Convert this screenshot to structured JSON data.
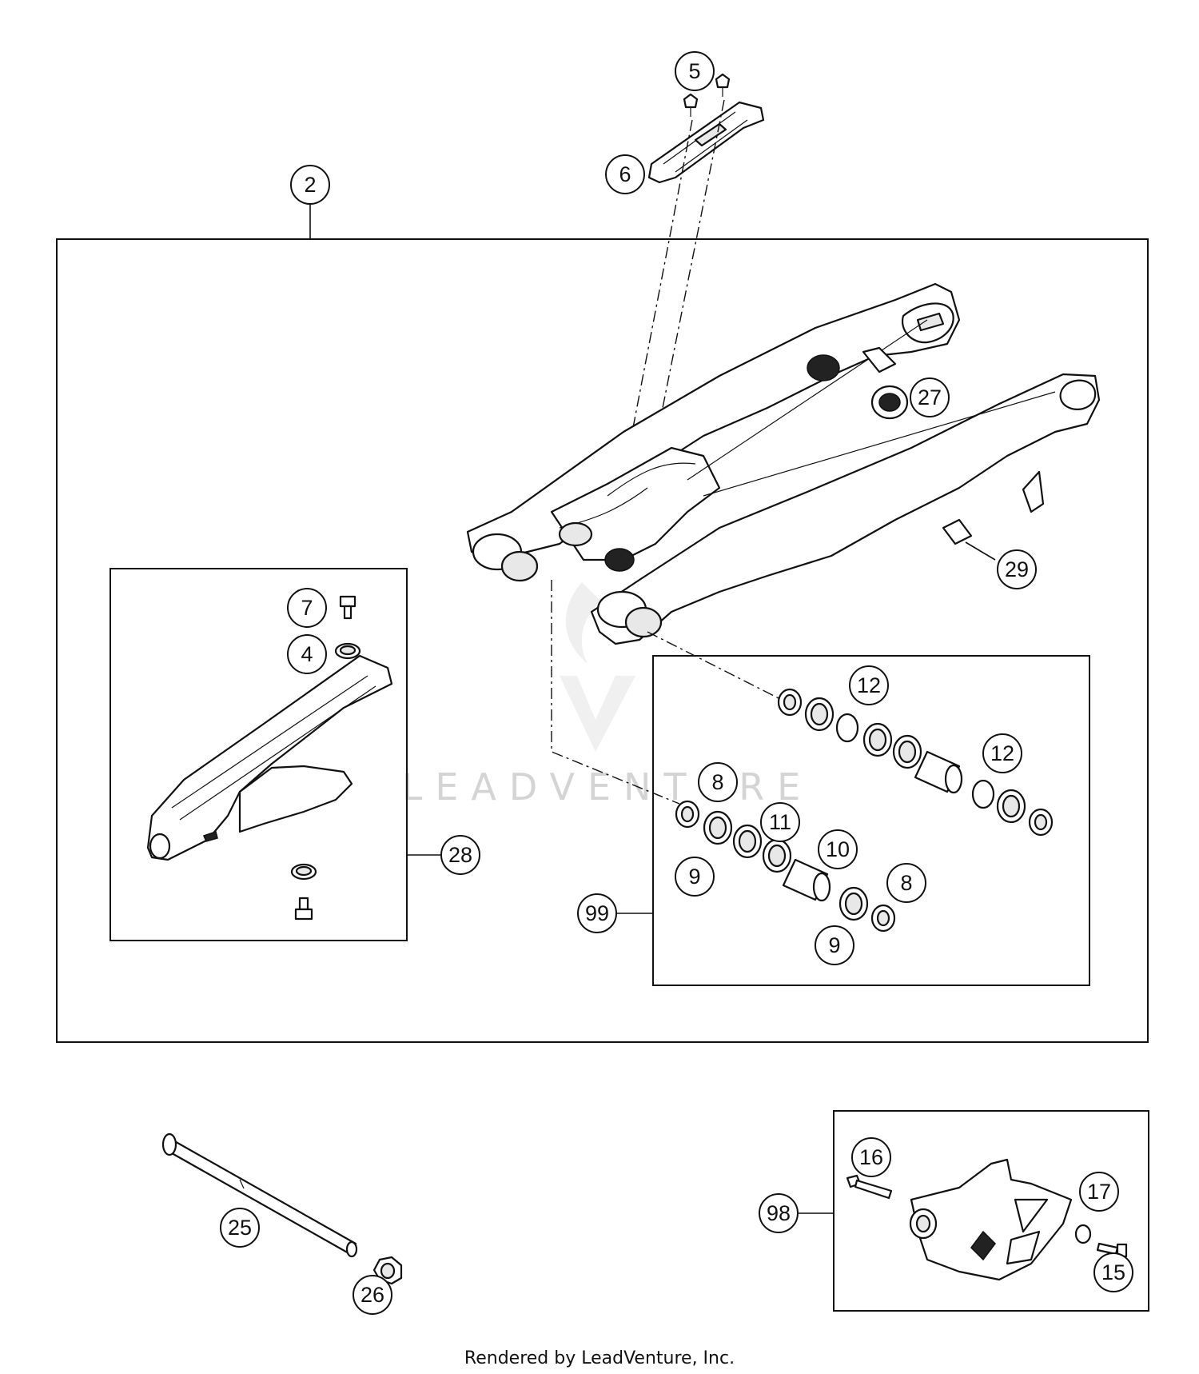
{
  "watermark": "LEADVENTURE",
  "footer": "Rendered by LeadVenture, Inc.",
  "callouts": [
    {
      "id": "c5",
      "label": "5"
    },
    {
      "id": "c6",
      "label": "6"
    },
    {
      "id": "c2",
      "label": "2"
    },
    {
      "id": "c27",
      "label": "27"
    },
    {
      "id": "c29",
      "label": "29"
    },
    {
      "id": "c7",
      "label": "7"
    },
    {
      "id": "c4",
      "label": "4"
    },
    {
      "id": "c28",
      "label": "28"
    },
    {
      "id": "c12a",
      "label": "12"
    },
    {
      "id": "c12b",
      "label": "12"
    },
    {
      "id": "c8a",
      "label": "8"
    },
    {
      "id": "c11",
      "label": "11"
    },
    {
      "id": "c10",
      "label": "10"
    },
    {
      "id": "c9a",
      "label": "9"
    },
    {
      "id": "c8b",
      "label": "8"
    },
    {
      "id": "c99",
      "label": "99"
    },
    {
      "id": "c9b",
      "label": "9"
    },
    {
      "id": "c16",
      "label": "16"
    },
    {
      "id": "c17",
      "label": "17"
    },
    {
      "id": "c98",
      "label": "98"
    },
    {
      "id": "c15",
      "label": "15"
    },
    {
      "id": "c25",
      "label": "25"
    },
    {
      "id": "c26",
      "label": "26"
    }
  ]
}
